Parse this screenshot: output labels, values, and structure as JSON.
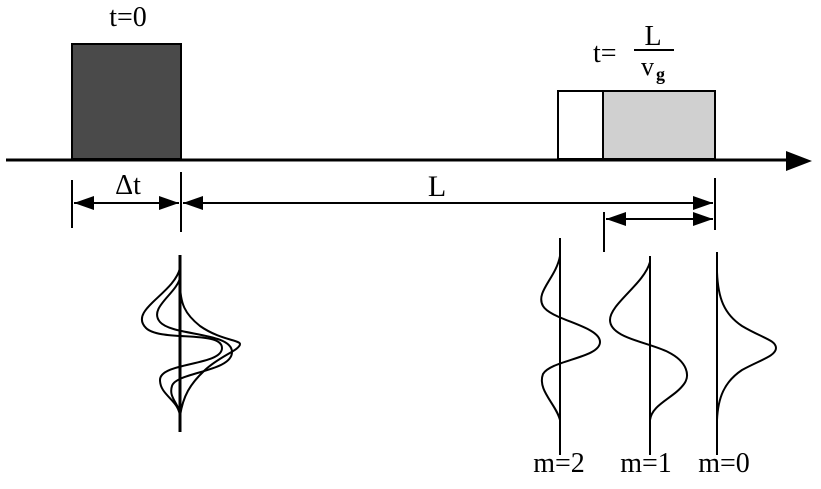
{
  "labels": {
    "t0": "t=0",
    "t_prefix": "t=",
    "t_numerator": "L",
    "t_denominator": "v",
    "t_subscript": "g",
    "delta_t": "Δt",
    "length": "L",
    "mode_2": "m=2",
    "mode_1": "m=1",
    "mode_0": "m=0"
  },
  "colors": {
    "input_pulse": "#4a4a4a",
    "output_pulse": "#d0d0d0",
    "ink": "#000000"
  }
}
